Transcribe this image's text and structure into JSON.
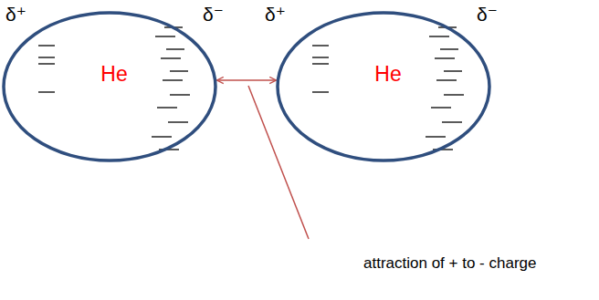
{
  "diagram": {
    "nodes": [
      {
        "text": [
          "He"
        ]
      },
      {
        "text": [
          "He"
        ]
      }
    ],
    "edges": [
      {
        "from": 0,
        "to": 1,
        "arrow": "both"
      }
    ],
    "labels": [
      "δ⁺",
      "δ⁻",
      "δ⁺",
      "δ⁻",
      "attraction of + to - charge"
    ]
  }
}
